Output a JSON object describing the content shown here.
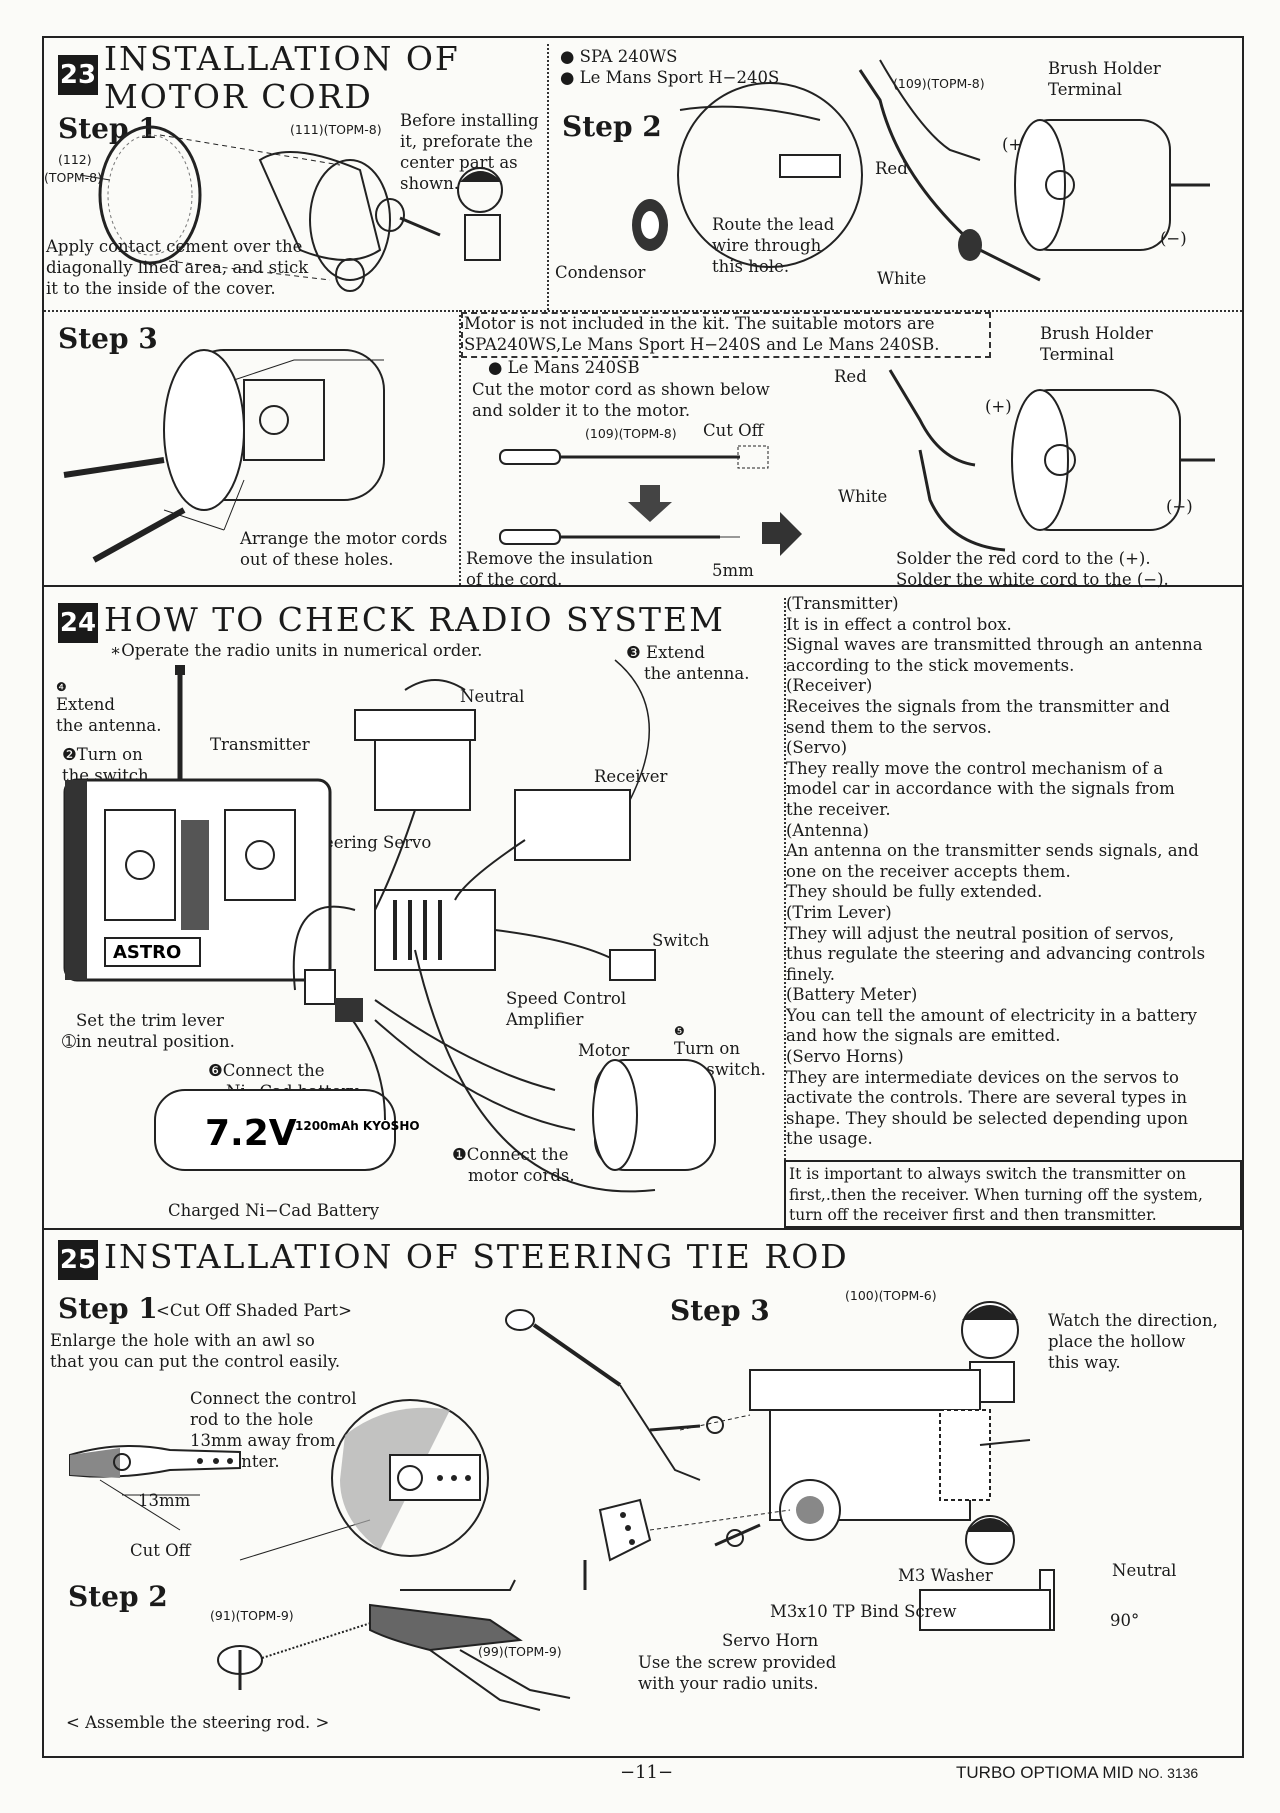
{
  "s23": {
    "num": "23",
    "title1": "INSTALLATION OF",
    "title2": "MOTOR CORD",
    "step1": "Step 1",
    "step1_tag1": "(111)(TOPM-8)",
    "step1_tag2a": "(112)",
    "step1_tag2b": "(TOPM-8)",
    "before_note": [
      "Before installing",
      "it, preforate the",
      "center part as",
      "shown."
    ],
    "cement_note": [
      "Apply contact cement over the",
      "diagonally lined area, and stick",
      "it to the inside of the cover."
    ],
    "motors_title1": "● SPA 240WS",
    "motors_title2": "● Le Mans Sport H−240S",
    "step2": "Step 2",
    "step2_tag": "(109)(TOPM-8)",
    "brush1": [
      "Brush Holder",
      "Terminal"
    ],
    "plus": "(+)",
    "minus": "(−)",
    "red": "Red",
    "white": "White",
    "route": [
      "Route the lead",
      "wire through",
      "this hole."
    ],
    "condensor": "Condensor",
    "step3": "Step 3",
    "arrange": [
      "Arrange the motor cords",
      "out of these holes."
    ],
    "note_box": [
      "Motor is not included in the kit. The suitable motors are",
      "SPA240WS,Le Mans Sport H−240S and Le Mans 240SB."
    ],
    "lemans": "● Le Mans 240SB",
    "cut_note": [
      "Cut the motor cord as shown below",
      "and solder it to the motor."
    ],
    "cut_tag": "(109)(TOPM-8)",
    "cut_off": "Cut Off",
    "remove": [
      "Remove the insulation",
      "of the cord."
    ],
    "mm5": "5mm",
    "brush2": [
      "Brush Holder",
      "Terminal"
    ],
    "red2": "Red",
    "white2": "White",
    "solder": [
      "Solder the red cord to the (+).",
      "Solder the white cord to the (−)."
    ]
  },
  "s24": {
    "num": "24",
    "title": "HOW TO CHECK RADIO SYSTEM",
    "operate": "∗Operate the radio units in numerical order.",
    "extend3": [
      "❸ Extend",
      "the antenna."
    ],
    "extend4": [
      "❹",
      "Extend",
      "the antenna."
    ],
    "turn_on2": [
      "❷Turn on",
      "the switch."
    ],
    "transmitter": "Transmitter",
    "neutral": "Neutral",
    "receiver": "Receiver",
    "steering_servo": "Steering Servo",
    "switch": "Switch",
    "speed_control": [
      "Speed Control",
      "Amplifier"
    ],
    "motor": "Motor",
    "turn_on6": [
      "❺",
      "Turn on",
      "the switch."
    ],
    "set_trim": [
      "Set the trim lever",
      "➀in neutral position."
    ],
    "connect_nicd": [
      "❻Connect the",
      "Ni−Cad battery."
    ],
    "connect_motor": [
      "❶Connect the",
      "motor cords."
    ],
    "battery_label": "Charged Ni−Cad Battery",
    "battery_text": "7.2V",
    "battery_sub": "1200mAh KYOSHO",
    "astro": "ASTRO",
    "right_text": [
      "(Transmitter)",
      "It is in effect a control box.",
      "Signal waves are transmitted through an antenna",
      "according to the stick movements.",
      "(Receiver)",
      "Receives the signals from the transmitter and",
      "send them to the servos.",
      "(Servo)",
      "They really move the control mechanism of a",
      "model car in accordance with the signals from",
      "the receiver.",
      "(Antenna)",
      "An antenna on the transmitter sends signals, and",
      "one on the receiver accepts them.",
      "They should be fully extended.",
      "(Trim Lever)",
      "They will adjust the neutral position of servos,",
      "thus regulate the steering and advancing controls",
      "finely.",
      "(Battery Meter)",
      "You can tell the amount of electricity in a battery",
      "and how the signals are emitted.",
      "(Servo Horns)",
      "They are intermediate devices on the servos to",
      "activate the controls. There are several types in",
      "shape. They should be selected depending upon",
      "the usage."
    ],
    "important": [
      "It is important to always switch the transmitter on",
      "first,.then the receiver. When turning off the system,",
      "turn off the receiver first and then transmitter."
    ]
  },
  "s25": {
    "num": "25",
    "title": "INSTALLATION OF STEERING TIE ROD",
    "step1": "Step 1",
    "cut_shaded": "<Cut Off Shaded Part>",
    "enlarge": [
      "Enlarge the hole with an awl so",
      "that you can put the control easily."
    ],
    "connect_rod": [
      "Connect the control",
      "rod to the hole",
      "13mm away from",
      "the center."
    ],
    "mm13": "13mm",
    "cut_off": "Cut Off",
    "step2": "Step 2",
    "tag91": "(91)(TOPM-9)",
    "tag99": "(99)(TOPM-9)",
    "assemble": "< Assemble the steering rod. >",
    "step3": "Step 3",
    "tag100": "(100)(TOPM-6)",
    "watch": [
      "Watch the direction,",
      "place the hollow",
      "this way."
    ],
    "m3washer": "M3 Washer",
    "m3screw": "M3x10 TP Bind Screw",
    "servo_horn": "Servo Horn",
    "use_screw": [
      "Use the screw provided",
      "with your radio units."
    ],
    "neutral": "Neutral",
    "deg": "90°"
  },
  "footer": {
    "page": "−11−",
    "model": "TURBO OPTIOMA MID",
    "no": "NO. 3136"
  }
}
